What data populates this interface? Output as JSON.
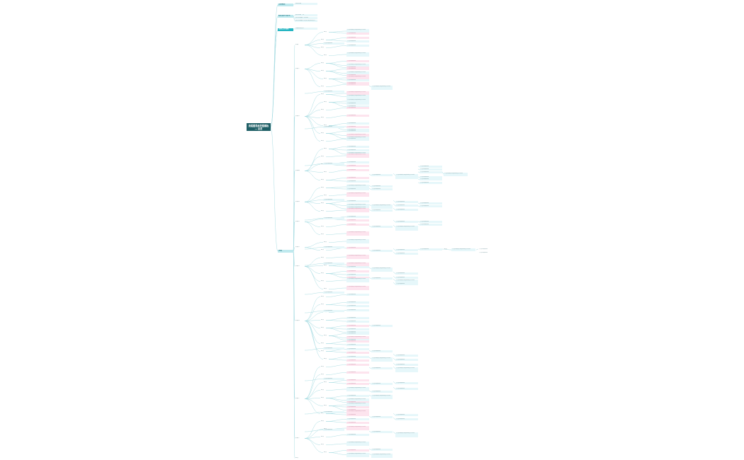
{
  "root": {
    "label": "流程图思维导图模板 — 总览"
  },
  "top_branches": [
    {
      "label": "主题概述",
      "items": [
        "说明内容"
      ]
    },
    {
      "label": "相关资料与参考",
      "items": [
        "参考内容一条",
        "参考内容第二条说明",
        "参考内容第三条较长的说明文字"
      ]
    },
    {
      "label": "主要工作流程",
      "items": [
        "流程说明文字"
      ]
    },
    {
      "label": "详细",
      "items": []
    }
  ],
  "sections": [
    "阶段一",
    "阶段二",
    "阶段三",
    "阶段四",
    "阶段五",
    "阶段六",
    "阶段七",
    "阶段八",
    "阶段九",
    "阶段十",
    "阶段十一"
  ],
  "leaf_text": "节点内容说明",
  "leaf_text_long": "节点内容较长的说明文字示例",
  "tag_text": "要点"
}
